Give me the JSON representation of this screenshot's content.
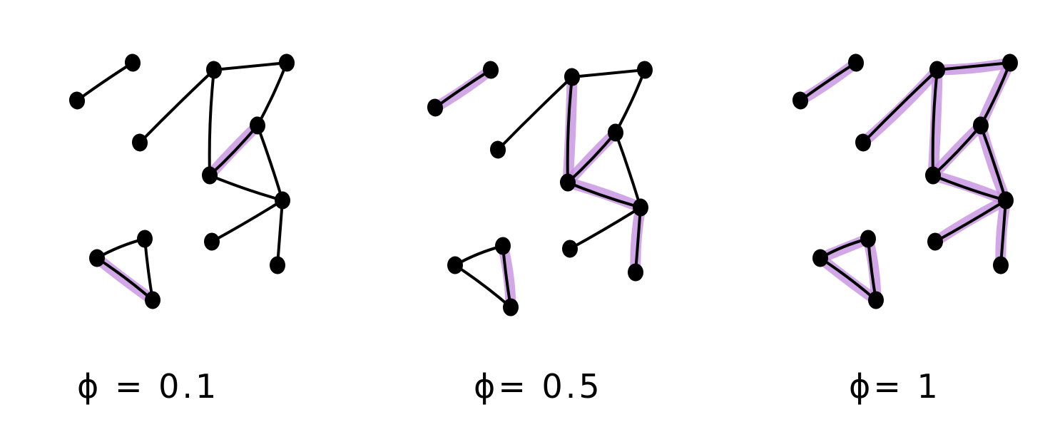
{
  "colors": {
    "highlight": "#c58ee0",
    "ink": "#000000"
  },
  "panels": [
    {
      "label": "ϕ = 0.1"
    },
    {
      "label": "ϕ= 0.5"
    },
    {
      "label": "ϕ= 1"
    }
  ]
}
